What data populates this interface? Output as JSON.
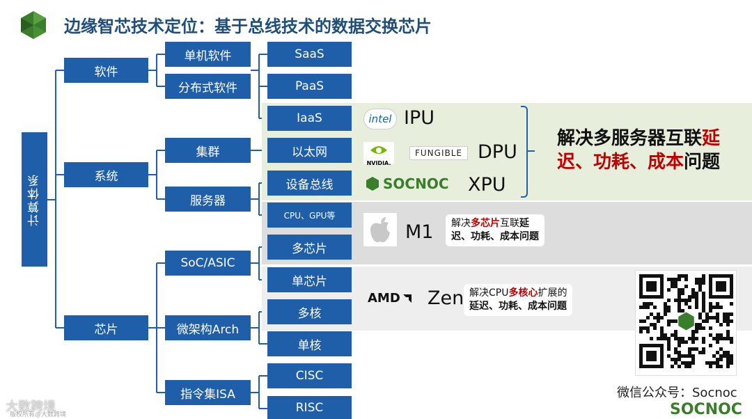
{
  "title": "边缘智芯技术定位：基于总线技术的数据交换芯片",
  "root_label": "计算体系",
  "level1": {
    "software": "软件",
    "system": "系统",
    "chip": "芯片"
  },
  "level2": {
    "standalone_sw": "单机软件",
    "distributed_sw": "分布式软件",
    "cluster": "集群",
    "server": "服务器",
    "soc_asic": "SoC/ASIC",
    "micro_arch": "微架构Arch",
    "isa": "指令集ISA"
  },
  "level3": {
    "saas": "SaaS",
    "paas": "PaaS",
    "iaas": "IaaS",
    "ethernet": "以太网",
    "device_bus": "设备总线",
    "cpu_gpu": "CPU、GPU等",
    "multi_chip": "多芯片",
    "single_chip": "单芯片",
    "multi_core": "多核",
    "single_core": "单核",
    "cisc": "CISC",
    "risc": "RISC"
  },
  "band1": {
    "intel_logo": "intel",
    "ipu": "IPU",
    "nvidia_logo": "NVIDIA.",
    "fungible_logo": "FUNGIBLE",
    "dpu": "DPU",
    "socnoc_logo": "SOCNOC",
    "xpu": "XPU",
    "line1_a": "解决多服务器互联",
    "line1_b": "延",
    "line2_a": "迟、功耗、成本",
    "line2_b": "问题"
  },
  "band2": {
    "apple_icon": "apple-icon",
    "m1": "M1",
    "c1_a": "解决",
    "c1_b": "多芯片",
    "c1_c": "互联",
    "c1_d": "延",
    "c2": "迟、功耗、成本问题"
  },
  "band3": {
    "amd_logo": "AMD",
    "zen": "Zen",
    "c1_a": "解决CPU",
    "c1_b": "多核心",
    "c1_c": "扩展的",
    "c2": "延迟、功耗、成本问题"
  },
  "qr": {
    "wechat_label": "微信公众号：Socnoc",
    "brand": "SOCNOC"
  },
  "watermark": {
    "text": "大数跨境",
    "sub": "版权所有@大数跨境"
  },
  "colors": {
    "box": "#1f5ea8",
    "title": "#1f4e79",
    "highlight": "#c00000",
    "brand_green": "#3a7d2c"
  }
}
